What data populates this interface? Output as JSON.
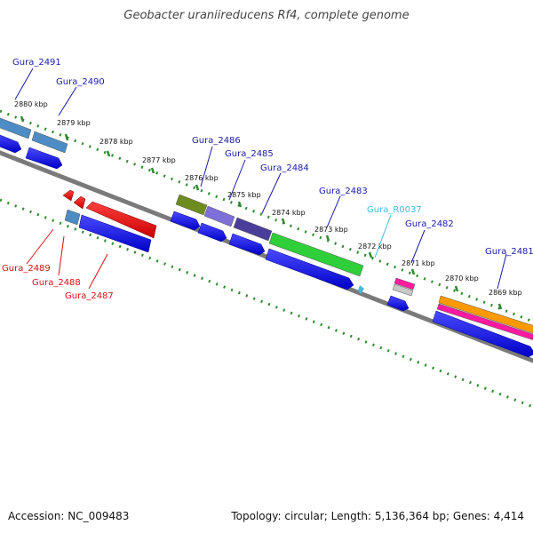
{
  "title": "Geobacter uraniireducens Rf4, complete genome",
  "footer": {
    "accession": "Accession: NC_009483",
    "summary": "Topology: circular; Length: 5,136,364 bp; Genes: 4,414"
  },
  "scale_labels": [
    {
      "text": "2880 kbp"
    },
    {
      "text": "2879 kbp"
    },
    {
      "text": "2878 kbp"
    },
    {
      "text": "2877 kbp"
    },
    {
      "text": "2876 kbp"
    },
    {
      "text": "2875 kbp"
    },
    {
      "text": "2874 kbp"
    },
    {
      "text": "2873 kbp"
    },
    {
      "text": "2872 kbp"
    },
    {
      "text": "2871 kbp"
    },
    {
      "text": "2870 kbp"
    },
    {
      "text": "2869 kbp"
    }
  ],
  "gene_labels": [
    {
      "text": "Gura_2491",
      "color": "#1a1aa6"
    },
    {
      "text": "Gura_2490",
      "color": "#1a1aa6"
    },
    {
      "text": "Gura_2486",
      "color": "#1a1aa6"
    },
    {
      "text": "Gura_2485",
      "color": "#1a1aa6"
    },
    {
      "text": "Gura_2484",
      "color": "#1a1aa6"
    },
    {
      "text": "Gura_2483",
      "color": "#1a1aa6"
    },
    {
      "text": "Gura_R0037",
      "color": "#44bbdd"
    },
    {
      "text": "Gura_2482",
      "color": "#1a1aa6"
    },
    {
      "text": "Gura_2481",
      "color": "#1a1aa6"
    },
    {
      "text": "Gura_2489",
      "color": "#dd1111"
    },
    {
      "text": "Gura_2488",
      "color": "#dd1111"
    },
    {
      "text": "Gura_2487",
      "color": "#dd1111"
    }
  ],
  "colors": {
    "backbone": "#7a7a7a",
    "tick": "#2e8b2e",
    "cds": "#1010e0",
    "reverse_cds": "#ee1111"
  }
}
